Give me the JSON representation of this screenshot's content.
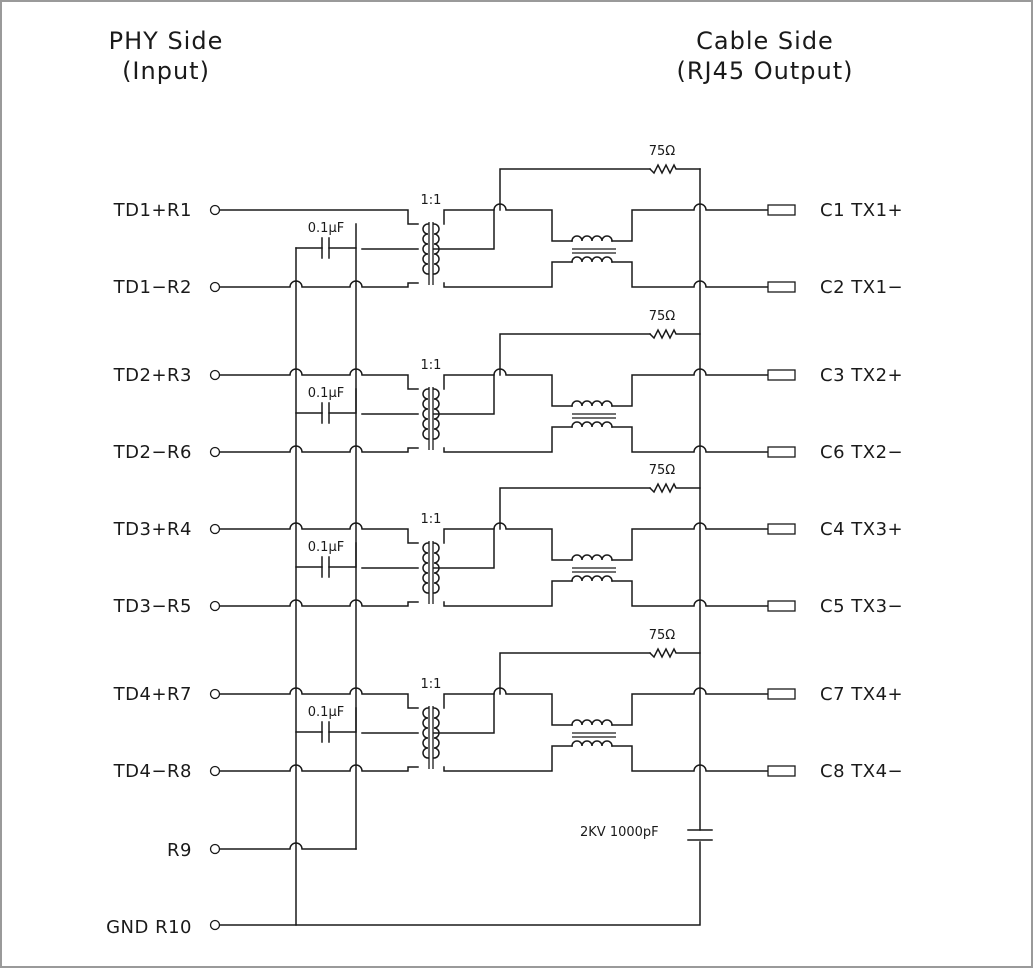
{
  "headers": {
    "phy_line1": "PHY Side",
    "phy_line2": "(Input)",
    "cable_line1": "Cable Side",
    "cable_line2": "(RJ45 Output)"
  },
  "channels": [
    {
      "in_pos": "TD1+R1",
      "in_neg": "TD1−R2",
      "out_pos": "C1  TX1+",
      "out_neg": "C2  TX1−",
      "ratio": "1:1",
      "cap": "0.1µF",
      "res": "75Ω"
    },
    {
      "in_pos": "TD2+R3",
      "in_neg": "TD2−R6",
      "out_pos": "C3  TX2+",
      "out_neg": "C6  TX2−",
      "ratio": "1:1",
      "cap": "0.1µF",
      "res": "75Ω"
    },
    {
      "in_pos": "TD3+R4",
      "in_neg": "TD3−R5",
      "out_pos": "C4  TX3+",
      "out_neg": "C5  TX3−",
      "ratio": "1:1",
      "cap": "0.1µF",
      "res": "75Ω"
    },
    {
      "in_pos": "TD4+R7",
      "in_neg": "TD4−R8",
      "out_pos": "C7  TX4+",
      "out_neg": "C8  TX4−",
      "ratio": "1:1",
      "cap": "0.1µF",
      "res": "75Ω"
    }
  ],
  "extra_pins": {
    "r9": "R9",
    "gnd": "GND R10"
  },
  "hv_cap": "2KV 1000pF"
}
